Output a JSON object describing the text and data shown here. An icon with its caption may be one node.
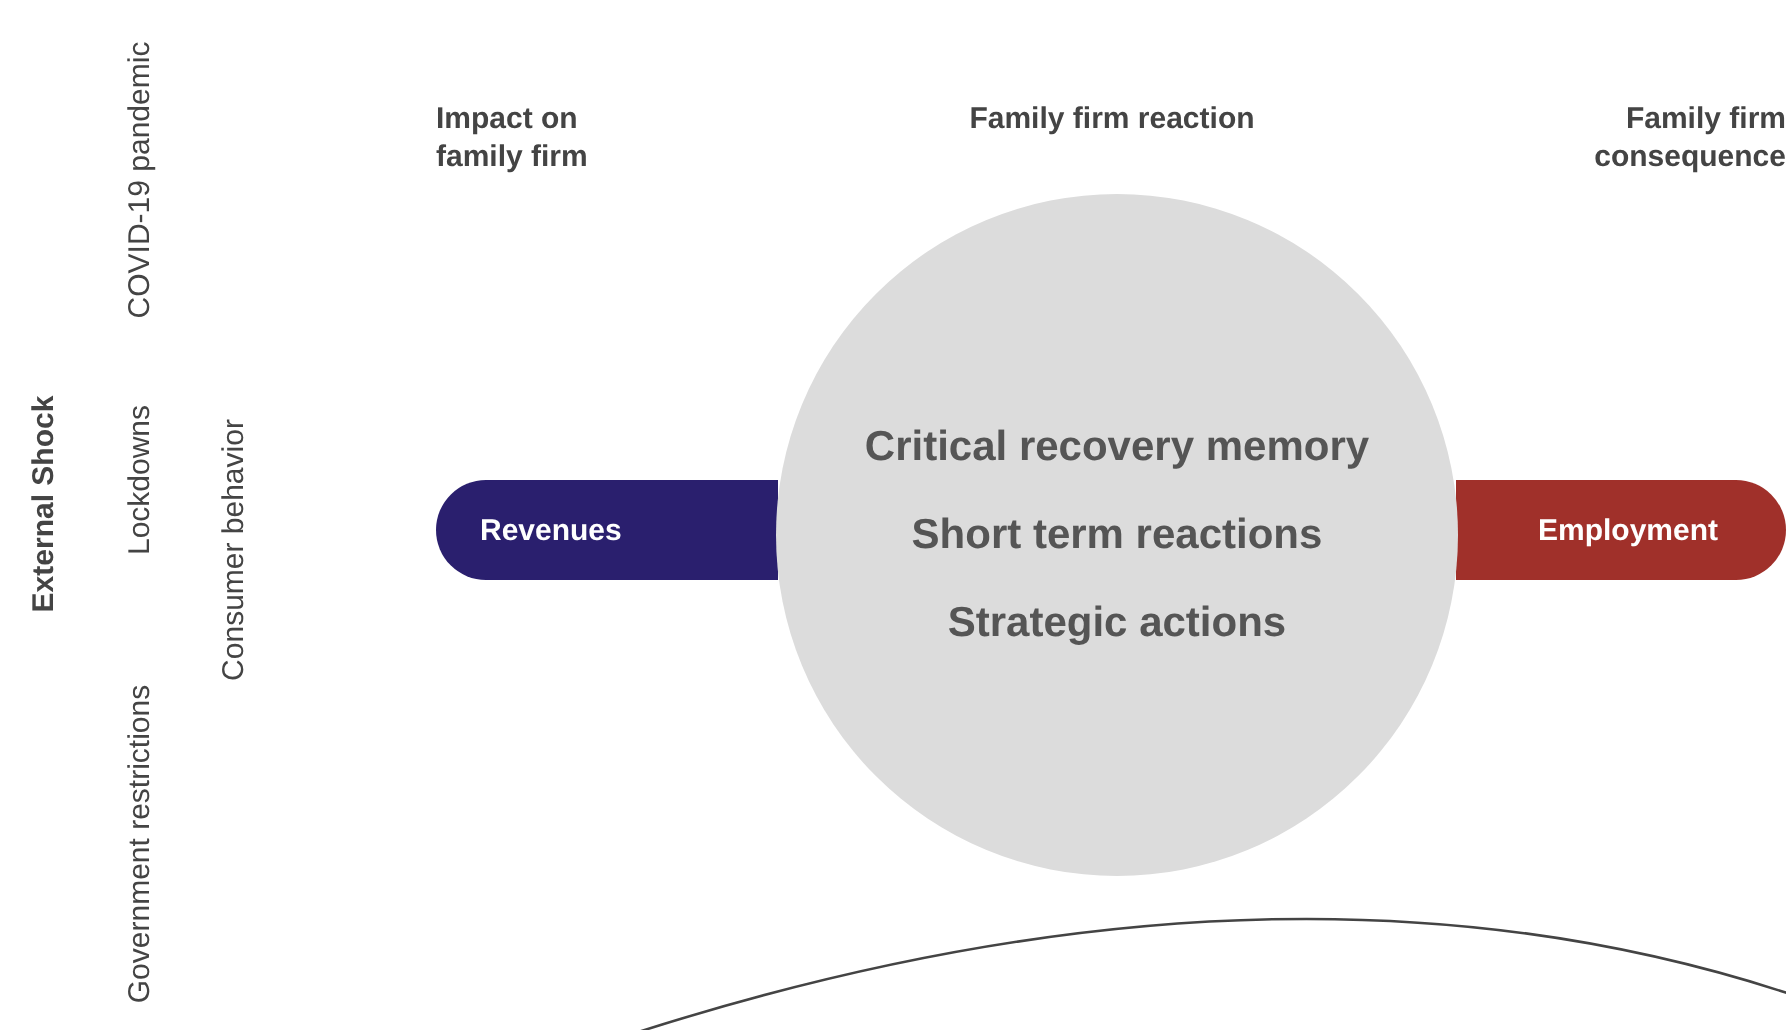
{
  "diagram": {
    "nodes": [
      {
        "text": [
          "Revenues"
        ]
      },
      {
        "text": [
          "Critical recovery memory",
          "Short term reactions",
          "Strategic actions"
        ]
      },
      {
        "text": [
          "Employment"
        ]
      }
    ],
    "labels": [
      "Impact on family firm",
      "Family firm reaction",
      "Family firm consequence",
      "External Shock",
      "COVID-19 pandemic",
      "Lockdowns",
      "Government restrictions",
      "Consumer behavior"
    ]
  }
}
